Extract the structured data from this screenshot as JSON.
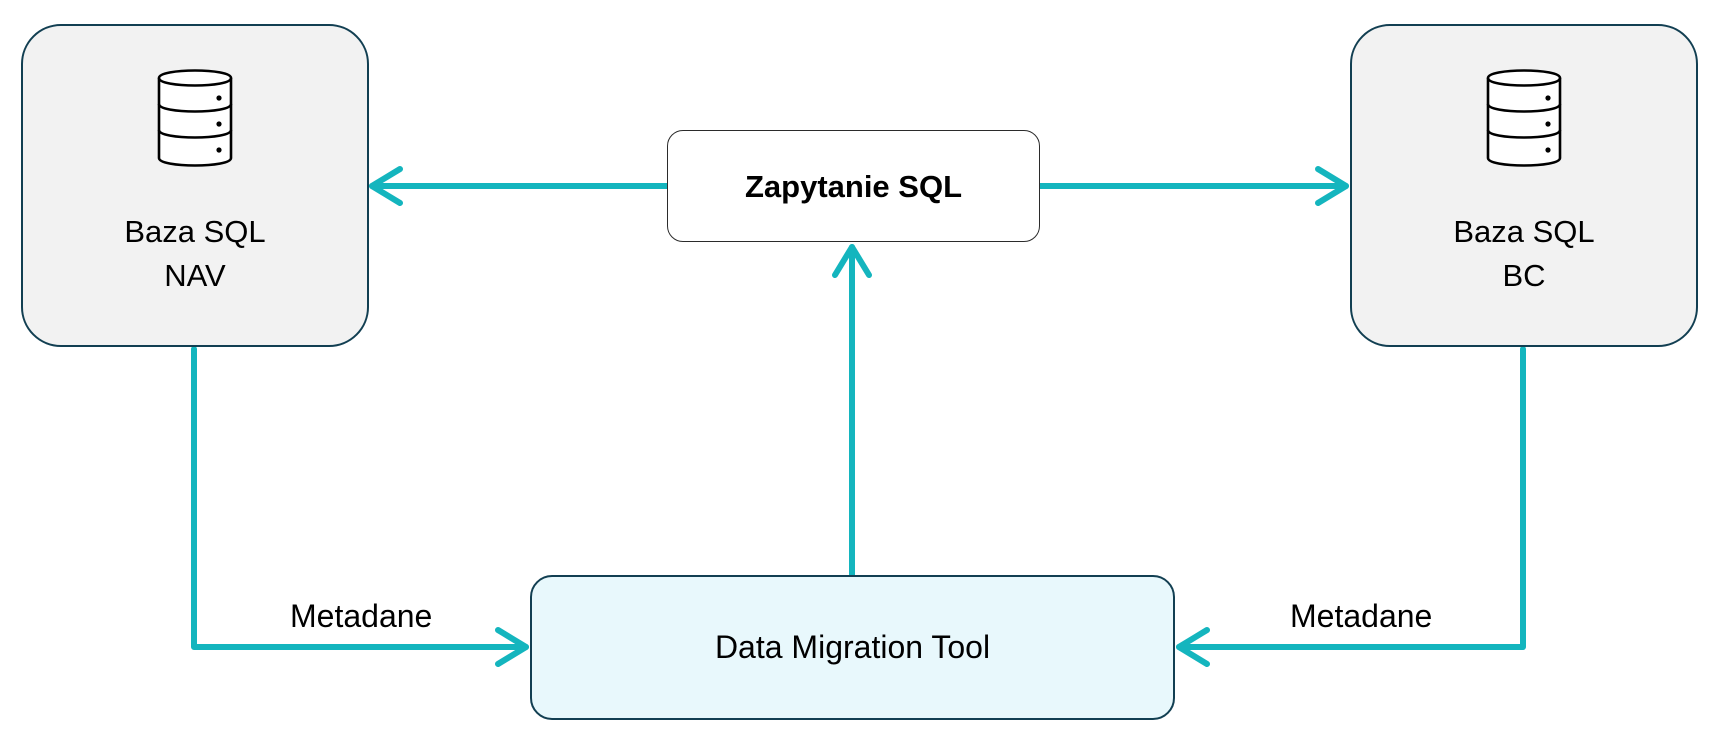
{
  "nodes": {
    "nav": {
      "line1": "Baza SQL",
      "line2": "NAV",
      "icon": "database-icon"
    },
    "bc": {
      "line1": "Baza SQL",
      "line2": "BC",
      "icon": "database-icon"
    },
    "query": {
      "title": "Zapytanie SQL"
    },
    "tool": {
      "title": "Data Migration Tool"
    }
  },
  "edges": {
    "nav_to_tool_label": "Metadane",
    "bc_to_tool_label": "Metadane"
  },
  "colors": {
    "connector": "#14b5be",
    "node_border": "#123f52",
    "db_fill": "#f2f2f2",
    "tool_fill": "#e8f8fc"
  }
}
